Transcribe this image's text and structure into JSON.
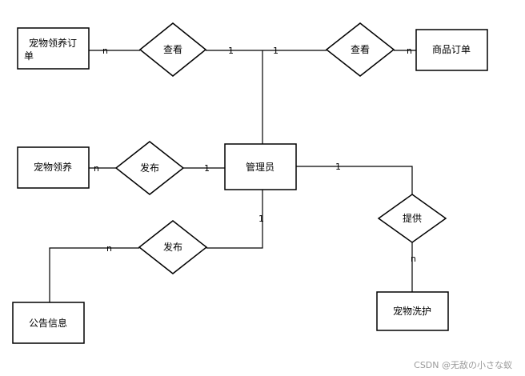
{
  "diagram": {
    "entities": {
      "pet_adoption_order_line1": "宠物领养订",
      "pet_adoption_order_line2": "单",
      "product_order": "商品订单",
      "admin": "管理员",
      "pet_adoption": "宠物领养",
      "announcement": "公告信息",
      "pet_washing": "宠物洗护"
    },
    "relationships": {
      "view_left": "查看",
      "view_right": "查看",
      "publish_adoption": "发布",
      "publish_announcement": "发布",
      "provide": "提供"
    },
    "cardinalities": {
      "view_left_entity": "n",
      "view_left_admin": "1",
      "view_right_admin": "1",
      "view_right_entity": "n",
      "publish_adoption_entity": "n",
      "publish_adoption_admin": "1",
      "provide_admin": "1",
      "provide_entity": "n",
      "publish_announcement_admin": "1",
      "publish_announcement_entity": "n"
    }
  },
  "watermark": "CSDN @无敌の小さな蚁"
}
